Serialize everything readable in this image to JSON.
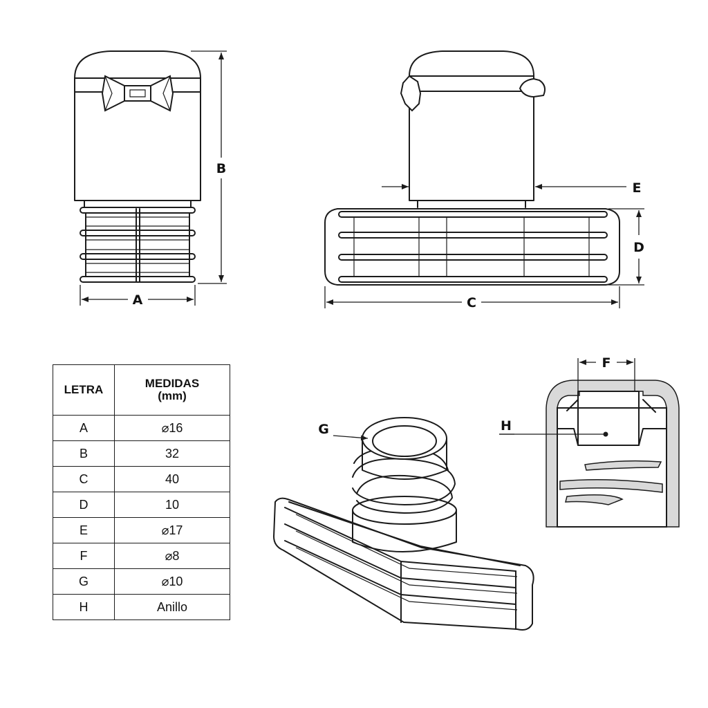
{
  "dimension_labels": {
    "A": "A",
    "B": "B",
    "C": "C",
    "D": "D",
    "E": "E",
    "F": "F",
    "G": "G",
    "H": "H"
  },
  "table": {
    "header_letter": "LETRA",
    "header_measure_line1": "MEDIDAS",
    "header_measure_line2": "(mm)",
    "rows": [
      {
        "letter": "A",
        "value": "⌀16"
      },
      {
        "letter": "B",
        "value": "32"
      },
      {
        "letter": "C",
        "value": "40"
      },
      {
        "letter": "D",
        "value": "10"
      },
      {
        "letter": "E",
        "value": "⌀17"
      },
      {
        "letter": "F",
        "value": "⌀8"
      },
      {
        "letter": "G",
        "value": "⌀10"
      },
      {
        "letter": "H",
        "value": "Anillo"
      }
    ]
  }
}
